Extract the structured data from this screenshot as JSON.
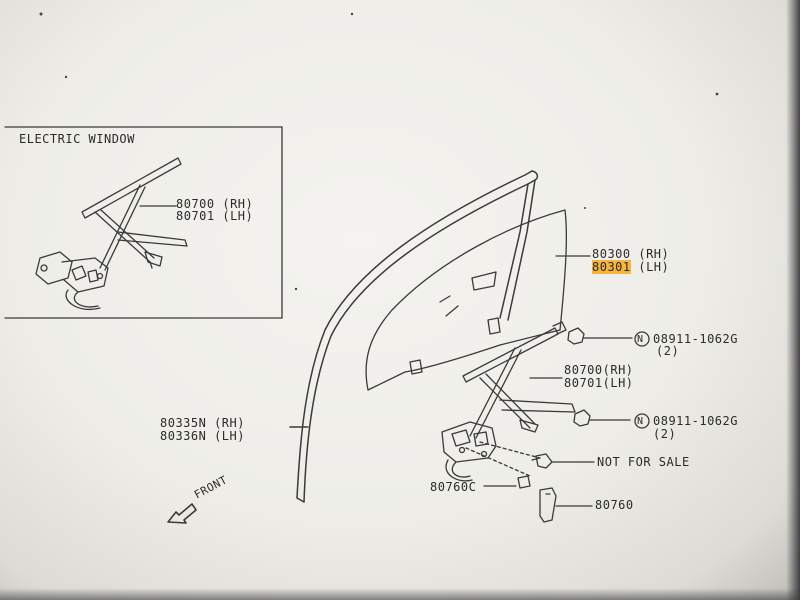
{
  "inset": {
    "title": "ELECTRIC WINDOW",
    "regulator_rh": "80700 (RH)",
    "regulator_lh": "80701 (LH)"
  },
  "parts": {
    "glass_rh": "80300 (RH)",
    "glass_lh_code": "80301",
    "glass_lh_side": " (LH)",
    "bolt_upper": "08911-1062G",
    "bolt_upper_qty": "(2)",
    "regulator_rh": "80700(RH)",
    "regulator_lh": "80701(LH)",
    "bolt_lower": "08911-1062G",
    "bolt_lower_qty": "(2)",
    "not_for_sale": "NOT FOR SALE",
    "motor": "80760C",
    "handle": "80760",
    "sash_rh": "80335N (RH)",
    "sash_lh": "80336N (LH)",
    "front": "FRONT",
    "n_symbol": "N"
  },
  "colors": {
    "highlight": "#f7b53a",
    "ink": "#2b2b2b"
  }
}
